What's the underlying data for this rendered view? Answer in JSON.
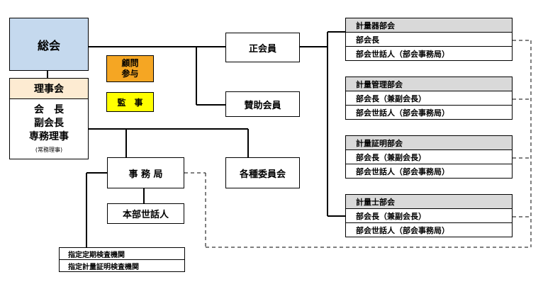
{
  "nodes": {
    "general_assembly": "総会",
    "board": "理事会",
    "board_members": [
      "会　長",
      "副会長",
      "専務理事"
    ],
    "board_note": "(常務理事)",
    "advisor": "顧問\n参与",
    "auditor": "監　事",
    "regular_members": "正会員",
    "supporting_members": "賛助会員",
    "secretariat": "事 務 局",
    "committees": "各種委員会",
    "hq_staff": "本部世話人",
    "inspection_bodies": [
      "指定定期検査機関",
      "指定計量証明検査機関"
    ]
  },
  "departments": [
    {
      "name": "計量器部会",
      "rows": [
        "部会長",
        "部会世話人（部会事務局）"
      ]
    },
    {
      "name": "計量管理部会",
      "rows": [
        "部会長（兼副会長）",
        "部会世話人（部会事務局）"
      ]
    },
    {
      "name": "計量証明部会",
      "rows": [
        "部会長（兼副会長）",
        "部会世話人（部会事務局）"
      ]
    },
    {
      "name": "計量士部会",
      "rows": [
        "部会長（兼副会長）",
        "部会世話人（部会事務局）"
      ]
    }
  ],
  "colors": {
    "general_assembly": "#c5d9ee",
    "board": "#fdebd2",
    "advisor": "#f5a623",
    "auditor": "#ffff00",
    "dept_header": "#d9d9d9"
  }
}
